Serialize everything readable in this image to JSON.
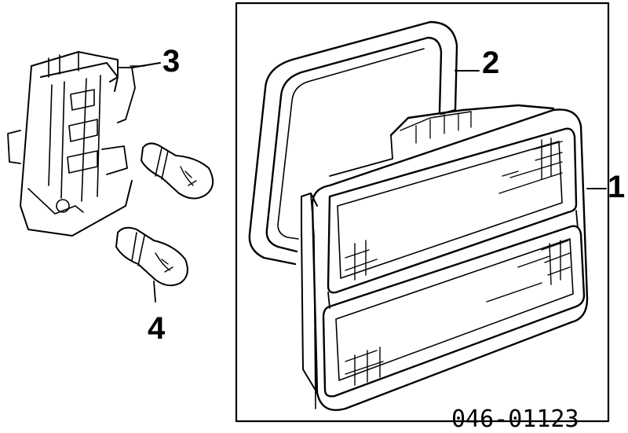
{
  "callouts": {
    "one": "1",
    "two": "2",
    "three": "3",
    "four": "4"
  },
  "part_code": "046-01123",
  "colors": {
    "line": "#000000",
    "background": "#ffffff"
  }
}
